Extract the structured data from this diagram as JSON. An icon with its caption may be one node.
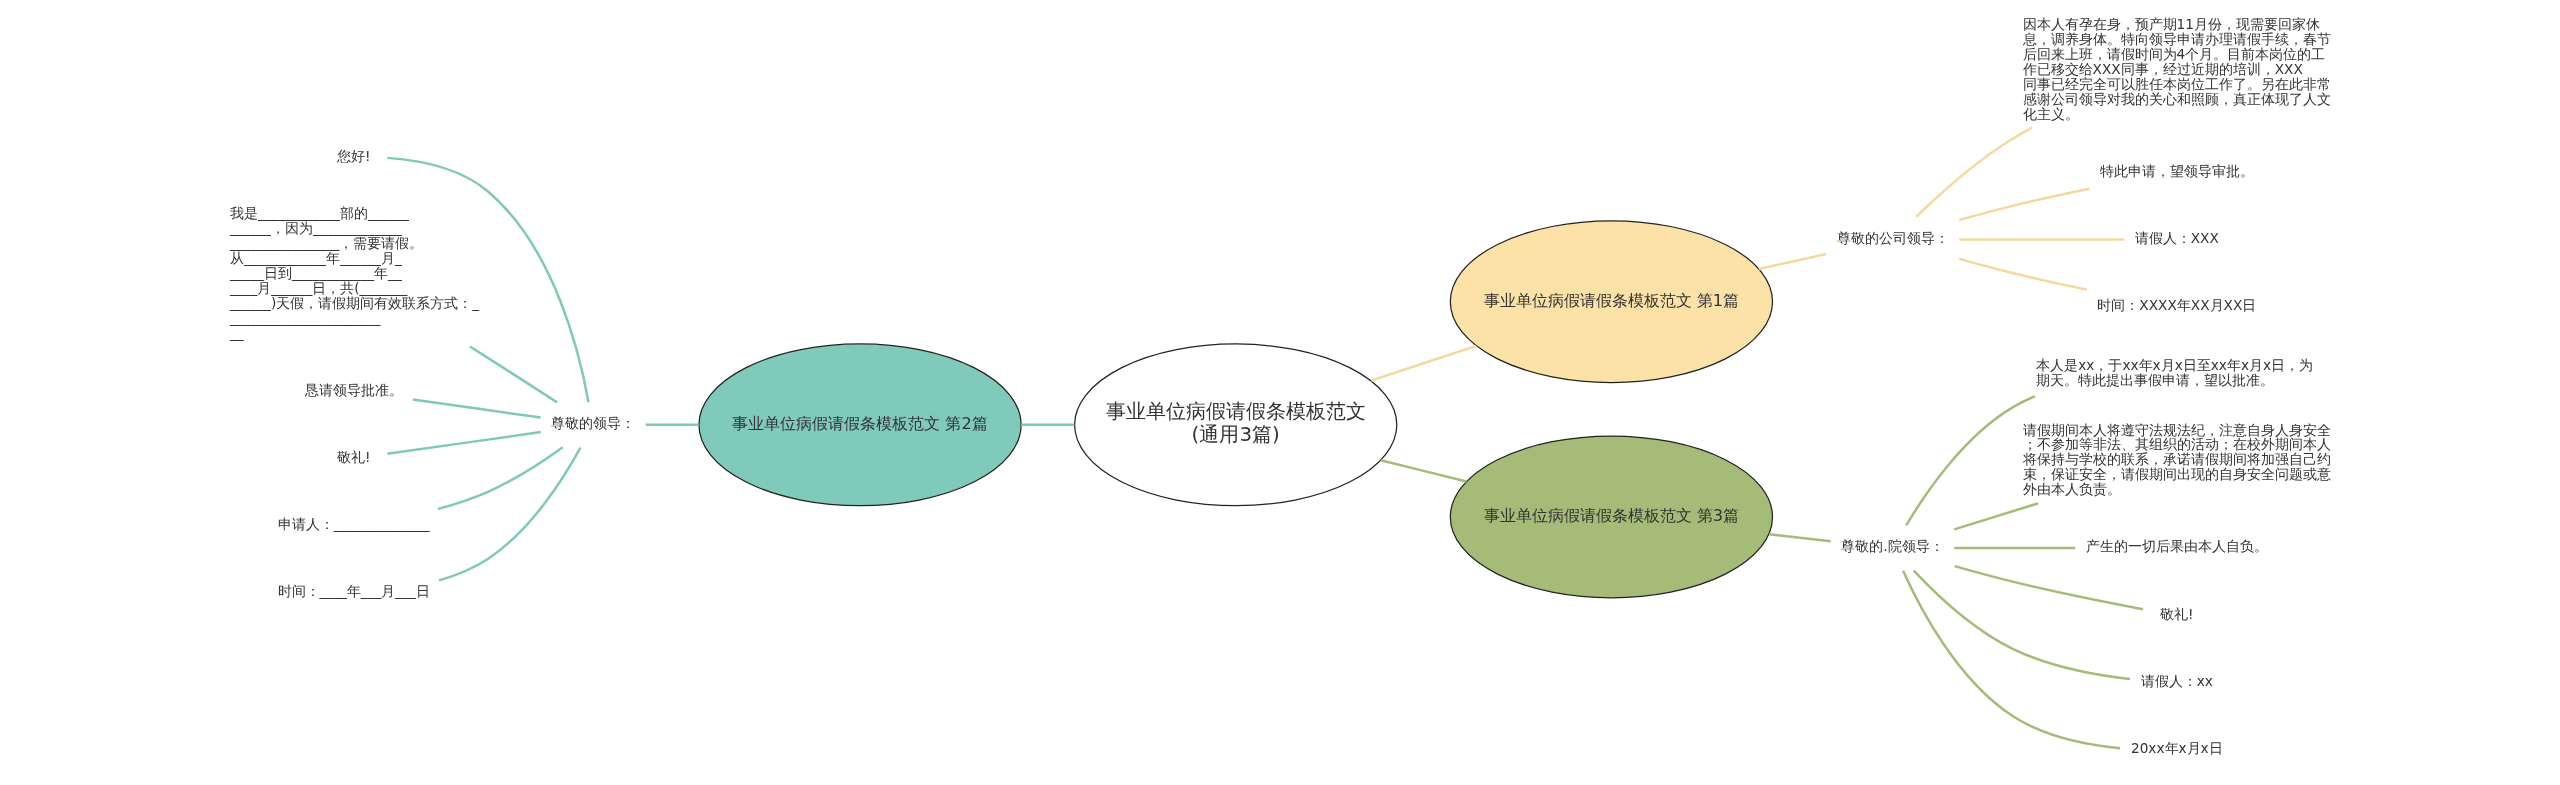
{
  "diagram": {
    "nodes": [
      {
        "text": [
          "事业单位病假请假条模板范文(通用3篇)"
        ]
      },
      {
        "text": [
          "事业单位病假请假条模板范文 第1篇"
        ]
      },
      {
        "text": [
          "尊敬的公司领导："
        ]
      },
      {
        "text": [
          "因本人有孕在身，预产期11月份，现需要回家休息，调养身体。特向领导申请办理请假手续，春节后回来上班，请假时间为4个月。目前本岗位的工作已移交给XXX同事，经过近期的培训，XXX同事已经完全可以胜任本岗位工作了。另在此非常感谢公司领导对我的关心和照顾，真正体现了人文化主义。"
        ]
      },
      {
        "text": [
          "特此申请，望领导审批。"
        ]
      },
      {
        "text": [
          "请假人：XXX"
        ]
      },
      {
        "text": [
          "时间：XXXX年XX月XX日"
        ]
      },
      {
        "text": [
          "事业单位病假请假条模板范文 第3篇"
        ]
      },
      {
        "text": [
          "尊敬的.院领导："
        ]
      },
      {
        "text": [
          "本人是xx，于xx年x月x日至xx年x月x日，为期天。特此提出事假申请，望以批准。"
        ]
      },
      {
        "text": [
          "请假期间本人将遵守法规法纪，注意自身人身安全；不参加等非法、其组织的活动；在校外期间本人将保持与学校的联系，承诺请假期间将加强自己约束，保证安全，请假期间出现的自身安全问题或意外由本人负责。"
        ]
      },
      {
        "text": [
          "产生的一切后果由本人自负。"
        ]
      },
      {
        "text": [
          "敬礼!"
        ]
      },
      {
        "text": [
          "请假人：xx"
        ]
      },
      {
        "text": [
          "20xx年x月x日"
        ]
      },
      {
        "text": [
          "事业单位病假请假条模板范文 第2篇"
        ]
      },
      {
        "text": [
          "尊敬的领导："
        ]
      },
      {
        "text": [
          "您好!"
        ]
      },
      {
        "text": [
          "我是____________部的____________，因为_____________________________，需要请假。从____________年______月______日到____________年______月______日，共(_____________)天假，请假期间有效联系方式：_________________________"
        ]
      },
      {
        "text": [
          "恳请领导批准。"
        ]
      },
      {
        "text": [
          "敬礼!"
        ]
      },
      {
        "text": [
          "申请人：______________"
        ]
      },
      {
        "text": [
          "时间：____年___月___日"
        ]
      }
    ],
    "edges": [
      {
        "from": 0,
        "to": 1,
        "arrow": "none",
        "color": "#f5d99c"
      },
      {
        "from": 1,
        "to": 2,
        "arrow": "none",
        "color": "#f5d99c"
      },
      {
        "from": 2,
        "to": 3,
        "arrow": "none",
        "color": "#f5d99c"
      },
      {
        "from": 2,
        "to": 4,
        "arrow": "none",
        "color": "#f5d99c"
      },
      {
        "from": 2,
        "to": 5,
        "arrow": "none",
        "color": "#f5d99c"
      },
      {
        "from": 2,
        "to": 6,
        "arrow": "none",
        "color": "#f5d99c"
      },
      {
        "from": 0,
        "to": 7,
        "arrow": "none",
        "color": "#a5bb78"
      },
      {
        "from": 7,
        "to": 8,
        "arrow": "none",
        "color": "#a5bb78"
      },
      {
        "from": 8,
        "to": 9,
        "arrow": "none",
        "color": "#a5bb78"
      },
      {
        "from": 8,
        "to": 10,
        "arrow": "none",
        "color": "#a5bb78"
      },
      {
        "from": 8,
        "to": 11,
        "arrow": "none",
        "color": "#a5bb78"
      },
      {
        "from": 8,
        "to": 12,
        "arrow": "none",
        "color": "#a5bb78"
      },
      {
        "from": 8,
        "to": 13,
        "arrow": "none",
        "color": "#a5bb78"
      },
      {
        "from": 8,
        "to": 14,
        "arrow": "none",
        "color": "#a5bb78"
      },
      {
        "from": 15,
        "to": 0,
        "arrow": "none",
        "color": "#7fc9bb"
      },
      {
        "from": 16,
        "to": 15,
        "arrow": "none",
        "color": "#7fc9bb"
      },
      {
        "from": 17,
        "to": 16,
        "arrow": "none",
        "color": "#7fc9bb"
      },
      {
        "from": 18,
        "to": 16,
        "arrow": "none",
        "color": "#7fc9bb"
      },
      {
        "from": 19,
        "to": 16,
        "arrow": "none",
        "color": "#7fc9bb"
      },
      {
        "from": 20,
        "to": 16,
        "arrow": "none",
        "color": "#7fc9bb"
      },
      {
        "from": 21,
        "to": 16,
        "arrow": "none",
        "color": "#7fc9bb"
      },
      {
        "from": 22,
        "to": 16,
        "arrow": "none",
        "color": "#7fc9bb"
      }
    ]
  }
}
